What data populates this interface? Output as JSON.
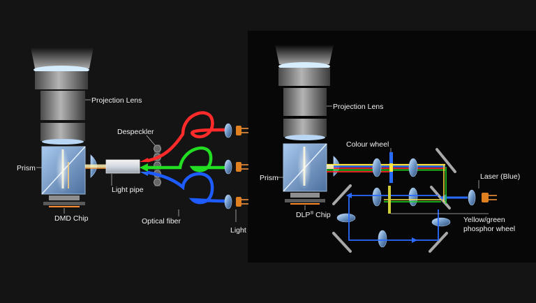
{
  "left_diagram": {
    "labels": {
      "projection_lens": "Projection Lens",
      "despeckler": "Despeckler",
      "prism": "Prism",
      "light_pipe": "Light pipe",
      "dmd_chip": "DMD Chip",
      "optical_fiber": "Optical fiber",
      "light": "Light"
    },
    "fiber_colors": [
      "#ff2a2a",
      "#22dd22",
      "#1e5cff"
    ]
  },
  "right_diagram": {
    "labels": {
      "projection_lens": "Projection Lens",
      "colour_wheel": "Colour wheel",
      "prism": "Prism",
      "laser": "Laser (Blue)",
      "dlp_chip": "DLP",
      "dlp_chip_mark": "®",
      "dlp_chip_suffix": " Chip",
      "phosphor_line1": "Yellow/green",
      "phosphor_line2": "phosphor wheel"
    }
  },
  "colors": {
    "background": "#141414",
    "panel": "#070707",
    "blue_beam": "#2a6bff",
    "chip_orange": "#ff8c2a"
  }
}
